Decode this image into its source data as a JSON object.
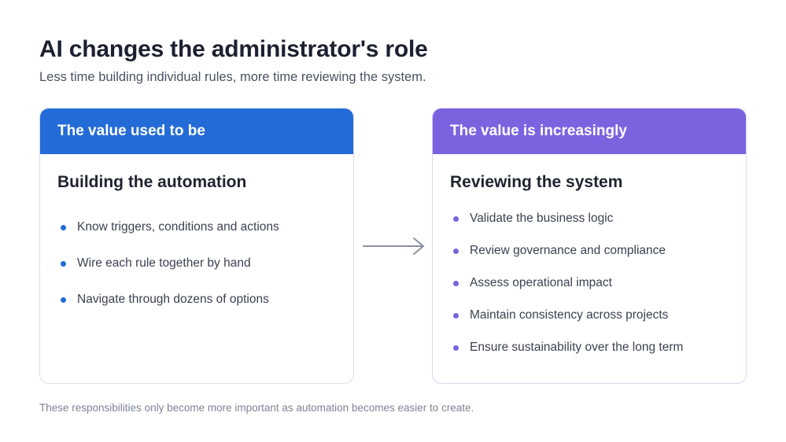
{
  "title": "AI changes the administrator's role",
  "subtitle": "Less time building individual rules, more time reviewing the system.",
  "left_card": {
    "header": "The value used to be",
    "heading": "Building the automation",
    "items": [
      "Know triggers, conditions and actions",
      "Wire each rule together by hand",
      "Navigate through dozens of options"
    ]
  },
  "right_card": {
    "header": "The value is increasingly",
    "heading": "Reviewing the system",
    "items": [
      "Validate the business logic",
      "Review governance and compliance",
      "Assess operational impact",
      "Maintain consistency across projects",
      "Ensure sustainability over the long term"
    ]
  },
  "footer": "These responsibilities only become more important as automation becomes easier to create.",
  "colors": {
    "left_accent": "#236bd6",
    "right_accent": "#7b63e0",
    "arrow": "#8a90a0"
  },
  "icons": {
    "transition": "arrow-right-icon",
    "bullet": "dot-icon"
  }
}
